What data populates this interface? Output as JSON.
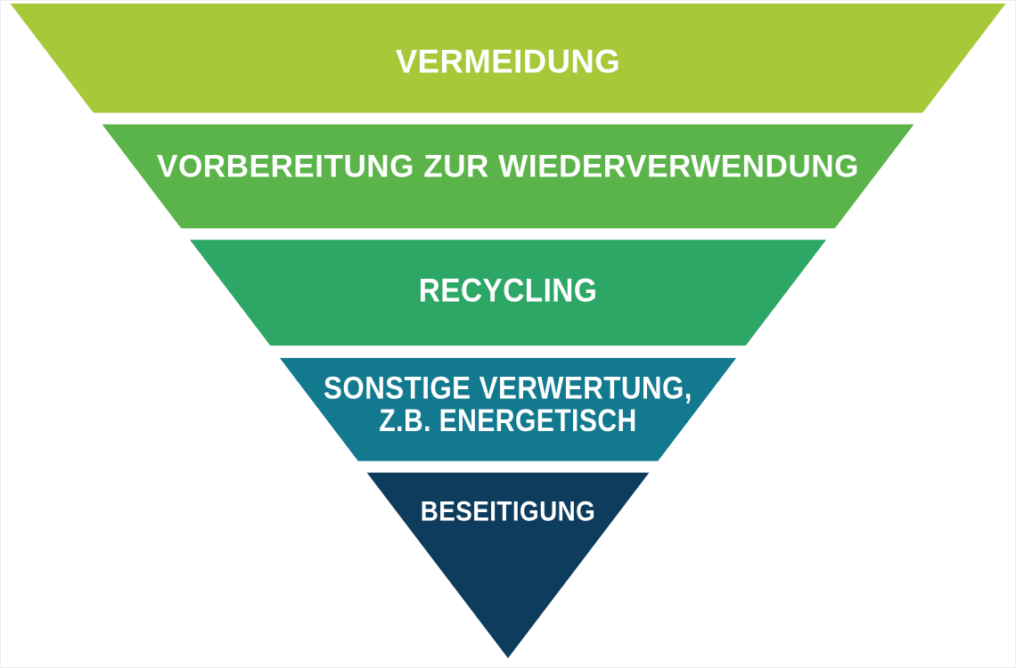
{
  "pyramid": {
    "description": "Inverted waste-hierarchy pyramid with five levels",
    "background_color": "#ffffff",
    "text_color": "#ffffff",
    "levels": [
      {
        "id": "vermeidung",
        "label": "VERMEIDUNG",
        "lines": [
          "VERMEIDUNG"
        ],
        "color": "#a6c839",
        "text_color": "#ffffff"
      },
      {
        "id": "vorbereitung",
        "label": "VORBEREITUNG ZUR WIEDERVERWENDUNG",
        "lines": [
          "VORBEREITUNG ZUR WIEDERVERWENDUNG"
        ],
        "color": "#5bb44a",
        "text_color": "#ffffff"
      },
      {
        "id": "recycling",
        "label": "RECYCLING",
        "lines": [
          "RECYCLING"
        ],
        "color": "#2da765",
        "text_color": "#ffffff"
      },
      {
        "id": "sonstige-verwertung",
        "label": "SONSTIGE VERWERTUNG, Z.B. ENERGETISCH",
        "lines": [
          "SONSTIGE VERWERTUNG,",
          "Z.B. ENERGETISCH"
        ],
        "color": "#12798f",
        "text_color": "#ffffff"
      },
      {
        "id": "beseitigung",
        "label": "BESEITIGUNG",
        "lines": [
          "BESEITIGUNG"
        ],
        "color": "#0e3c5c",
        "text_color": "#ffffff"
      }
    ]
  }
}
